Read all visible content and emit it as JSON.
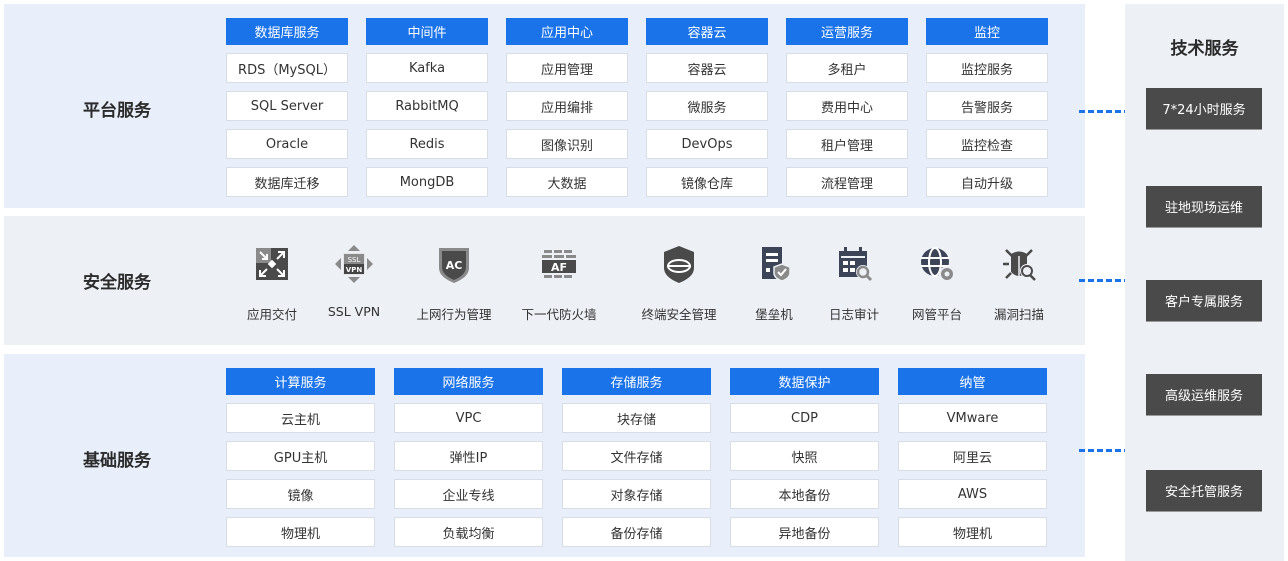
{
  "platform": {
    "title": "平台服务",
    "columns": [
      {
        "header": "数据库服务",
        "items": [
          "RDS（MySQL）",
          "SQL Server",
          "Oracle",
          "数据库迁移"
        ]
      },
      {
        "header": "中间件",
        "items": [
          "Kafka",
          "RabbitMQ",
          "Redis",
          "MongDB"
        ]
      },
      {
        "header": "应用中心",
        "items": [
          "应用管理",
          "应用编排",
          "图像识别",
          "大数据"
        ]
      },
      {
        "header": "容器云",
        "items": [
          "容器云",
          "微服务",
          "DevOps",
          "镜像仓库"
        ]
      },
      {
        "header": "运营服务",
        "items": [
          "多租户",
          "费用中心",
          "租户管理",
          "流程管理"
        ]
      },
      {
        "header": "监控",
        "items": [
          "监控服务",
          "告警服务",
          "监控检查",
          "自动升级"
        ]
      }
    ]
  },
  "security": {
    "title": "安全服务",
    "items": [
      {
        "label": "应用交付",
        "icon": "app-delivery-icon"
      },
      {
        "label": "SSL VPN",
        "icon": "ssl-vpn-icon",
        "icon_text_top": "SSL",
        "icon_text_bottom": "VPN"
      },
      {
        "label": "上网行为管理",
        "icon": "ac-shield-icon",
        "icon_text": "AC"
      },
      {
        "label": "下一代防火墙",
        "icon": "firewall-icon",
        "icon_text": "AF"
      },
      {
        "label": "终端安全管理",
        "icon": "endpoint-shield-icon"
      },
      {
        "label": "堡垒机",
        "icon": "bastion-host-icon"
      },
      {
        "label": "日志审计",
        "icon": "log-audit-icon"
      },
      {
        "label": "网管平台",
        "icon": "network-management-icon"
      },
      {
        "label": "漏洞扫描",
        "icon": "vulnerability-scan-icon"
      }
    ]
  },
  "foundation": {
    "title": "基础服务",
    "columns": [
      {
        "header": "计算服务",
        "items": [
          "云主机",
          "GPU主机",
          "镜像",
          "物理机"
        ]
      },
      {
        "header": "网络服务",
        "items": [
          "VPC",
          "弹性IP",
          "企业专线",
          "负载均衡"
        ]
      },
      {
        "header": "存储服务",
        "items": [
          "块存储",
          "文件存储",
          "对象存储",
          "备份存储"
        ]
      },
      {
        "header": "数据保护",
        "items": [
          "CDP",
          "快照",
          "本地备份",
          "异地备份"
        ]
      },
      {
        "header": "纳管",
        "items": [
          "VMware",
          "阿里云",
          "AWS",
          "物理机"
        ]
      }
    ]
  },
  "tech_services": {
    "title": "技术服务",
    "items": [
      "7*24小时服务",
      "驻地现场运维",
      "客户专属服务",
      "高级运维服务",
      "安全托管服务"
    ]
  },
  "colors": {
    "accent": "#1a73e8",
    "panel_blue": "#e8eefa",
    "panel_gray": "#edf0f5",
    "tech_box": "#4a4a4a"
  }
}
